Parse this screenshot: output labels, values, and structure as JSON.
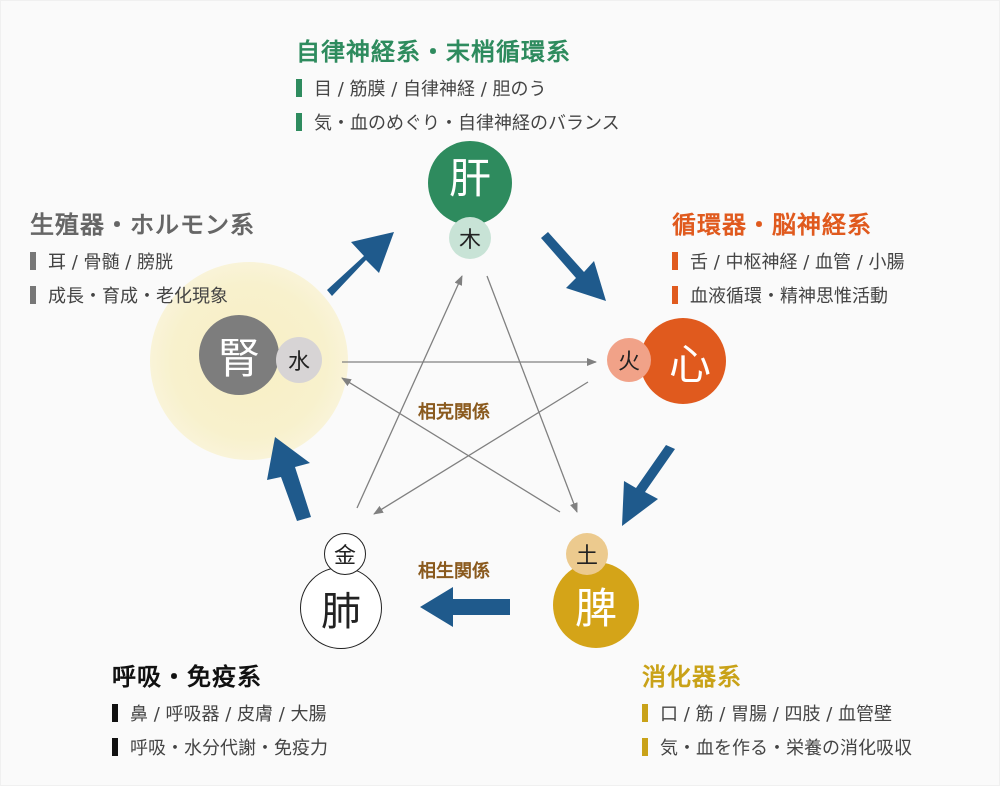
{
  "colors": {
    "liver": "#2e8b5e",
    "heart": "#e05a1e",
    "spleen": "#d4a418",
    "lung": "#ffffff",
    "kidney": "#7d7d7d",
    "arrow_main": "#1f5a8c",
    "arrow_thin": "#808080"
  },
  "organs": {
    "liver": {
      "organ": "肝",
      "element": "木"
    },
    "heart": {
      "organ": "心",
      "element": "火"
    },
    "spleen": {
      "organ": "脾",
      "element": "土"
    },
    "lung": {
      "organ": "肺",
      "element": "金"
    },
    "kidney": {
      "organ": "腎",
      "element": "水"
    }
  },
  "labels": {
    "sokoku": "相克関係",
    "sosei": "相生関係"
  },
  "groups": {
    "liver": {
      "title": "自律神経系・末梢循環系",
      "items": [
        "目 / 筋膜 / 自律神経 / 胆のう",
        "気・血のめぐり・自律神経のバランス"
      ]
    },
    "heart": {
      "title": "循環器・脳神経系",
      "items": [
        "舌 / 中枢神経 / 血管 / 小腸",
        "血液循環・精神思惟活動"
      ]
    },
    "spleen": {
      "title": "消化器系",
      "items": [
        "口 / 筋 / 胃腸 / 四肢 / 血管壁",
        "気・血を作る・栄養の消化吸収"
      ]
    },
    "lung": {
      "title": "呼吸・免疫系",
      "items": [
        "鼻 / 呼吸器 / 皮膚 / 大腸",
        "呼吸・水分代謝・免疫力"
      ]
    },
    "kidney": {
      "title": "生殖器・ホルモン系",
      "items": [
        "耳 / 骨髄 / 膀胱",
        "成長・育成・老化現象"
      ]
    }
  }
}
